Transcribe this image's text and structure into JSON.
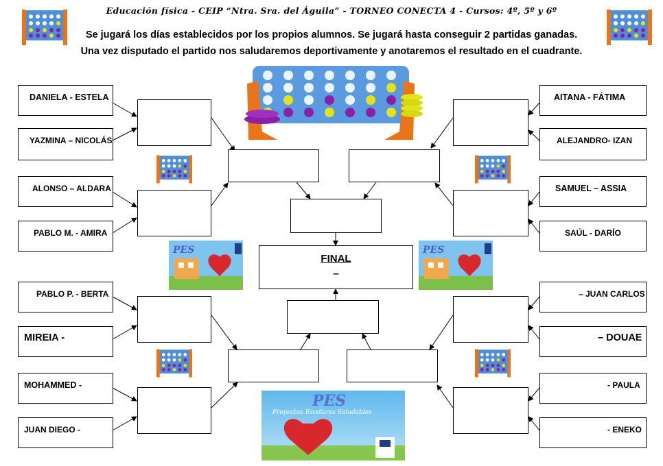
{
  "header": {
    "title": "Educación física - CEIP “Ntra. Sra. del Águila” - TORNEO CONECTA 4 - Cursos: 4º, 5º y 6º",
    "line1": "Se jugará los días establecidos por los propios alumnos. Se jugará hasta conseguir 2 partidas ganadas.",
    "line2": "Una vez disputado el partido nos saludaremos deportivamente y anotaremos el resultado en el cuadrante."
  },
  "left_players": [
    "DANIELA - ESTELA",
    "YAZMINA – NICOLÁS",
    "ALONSO – ALDARA",
    "PABLO M. - AMIRA",
    "PABLO P. - BERTA",
    "MIREIA -",
    "MOHAMMED  -",
    "JUAN DIEGO -"
  ],
  "right_players": [
    "AITANA - FÁTIMA",
    "ALEJANDRO- IZAN",
    "SAMUEL – ASSIA",
    "SAÚL - DARÍO",
    "– JUAN CARLOS",
    "– DOUAE",
    "- PAULA",
    "- ENEKO"
  ],
  "final": {
    "label": "FINAL",
    "dash": "–"
  },
  "logo": {
    "text": "PES",
    "caption": "Proyectos Escolares Saludables"
  },
  "colors": {
    "orange": "#e8751a",
    "blue": "#4f8fd6",
    "yellow": "#e3e31a",
    "purple": "#8b1fa8",
    "sky": "#7fc4ee"
  }
}
